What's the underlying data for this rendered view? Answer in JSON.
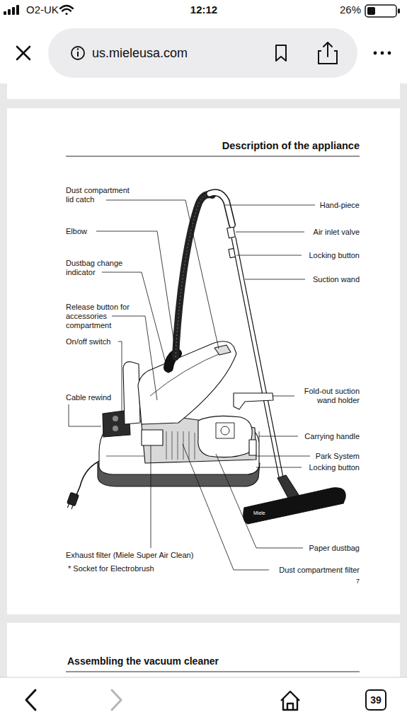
{
  "diagram": {
    "title": "Description of the appliance",
    "nodes": [
      {
        "text": [
          "us.mieleusa.com"
        ]
      },
      {
        "text": [
          "39"
        ]
      }
    ],
    "labels": [
      "O2-UK",
      "12:12",
      "26%",
      "Dust compartment lid catch",
      "Elbow",
      "Dustbag change indicator",
      "Release button for accessories compartment",
      "On/off switch",
      "Cable rewind",
      "Exhaust filter (Miele Super Air Clean)",
      "* Socket for Electrobrush",
      "Hand-piece",
      "Air inlet valve",
      "Locking button",
      "Suction wand",
      "Fold-out suction wand holder",
      "Carrying handle",
      "Park System",
      "Locking button",
      "Paper dustbag",
      "Dust compartment filter",
      "7",
      "Assembling the vacuum cleaner",
      "Miele"
    ]
  }
}
